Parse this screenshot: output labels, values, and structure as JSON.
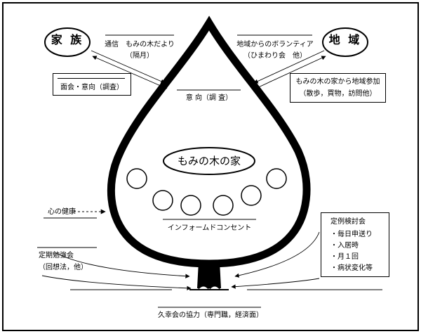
{
  "nodes": {
    "family": "家 族",
    "region": "地 域",
    "home": "もみの木の家"
  },
  "labels": {
    "newsletter_1": "通信　もみの木だより",
    "newsletter_2": "（隔月）",
    "volunteer_1": "地域からのボランティア",
    "volunteer_2": "（ひまわり会　他）",
    "interview": "面会・意向（調査）",
    "intention": "意 向（調 査）",
    "participation_1": "もみの木の家から地域参加",
    "participation_2": "（散歩，買物，訪問他）",
    "mental_health": "心の健康",
    "informed_consent": "インフォームドコンセント",
    "study_1": "定期勉強会",
    "study_2": "（回想法，他）",
    "review_title": "定例検討会",
    "review_items": [
      "・毎日申送り",
      "・入居時",
      "・月１回",
      "・病状変化等"
    ],
    "cooperation": "久幸会の協力（専門職，経済面）"
  }
}
